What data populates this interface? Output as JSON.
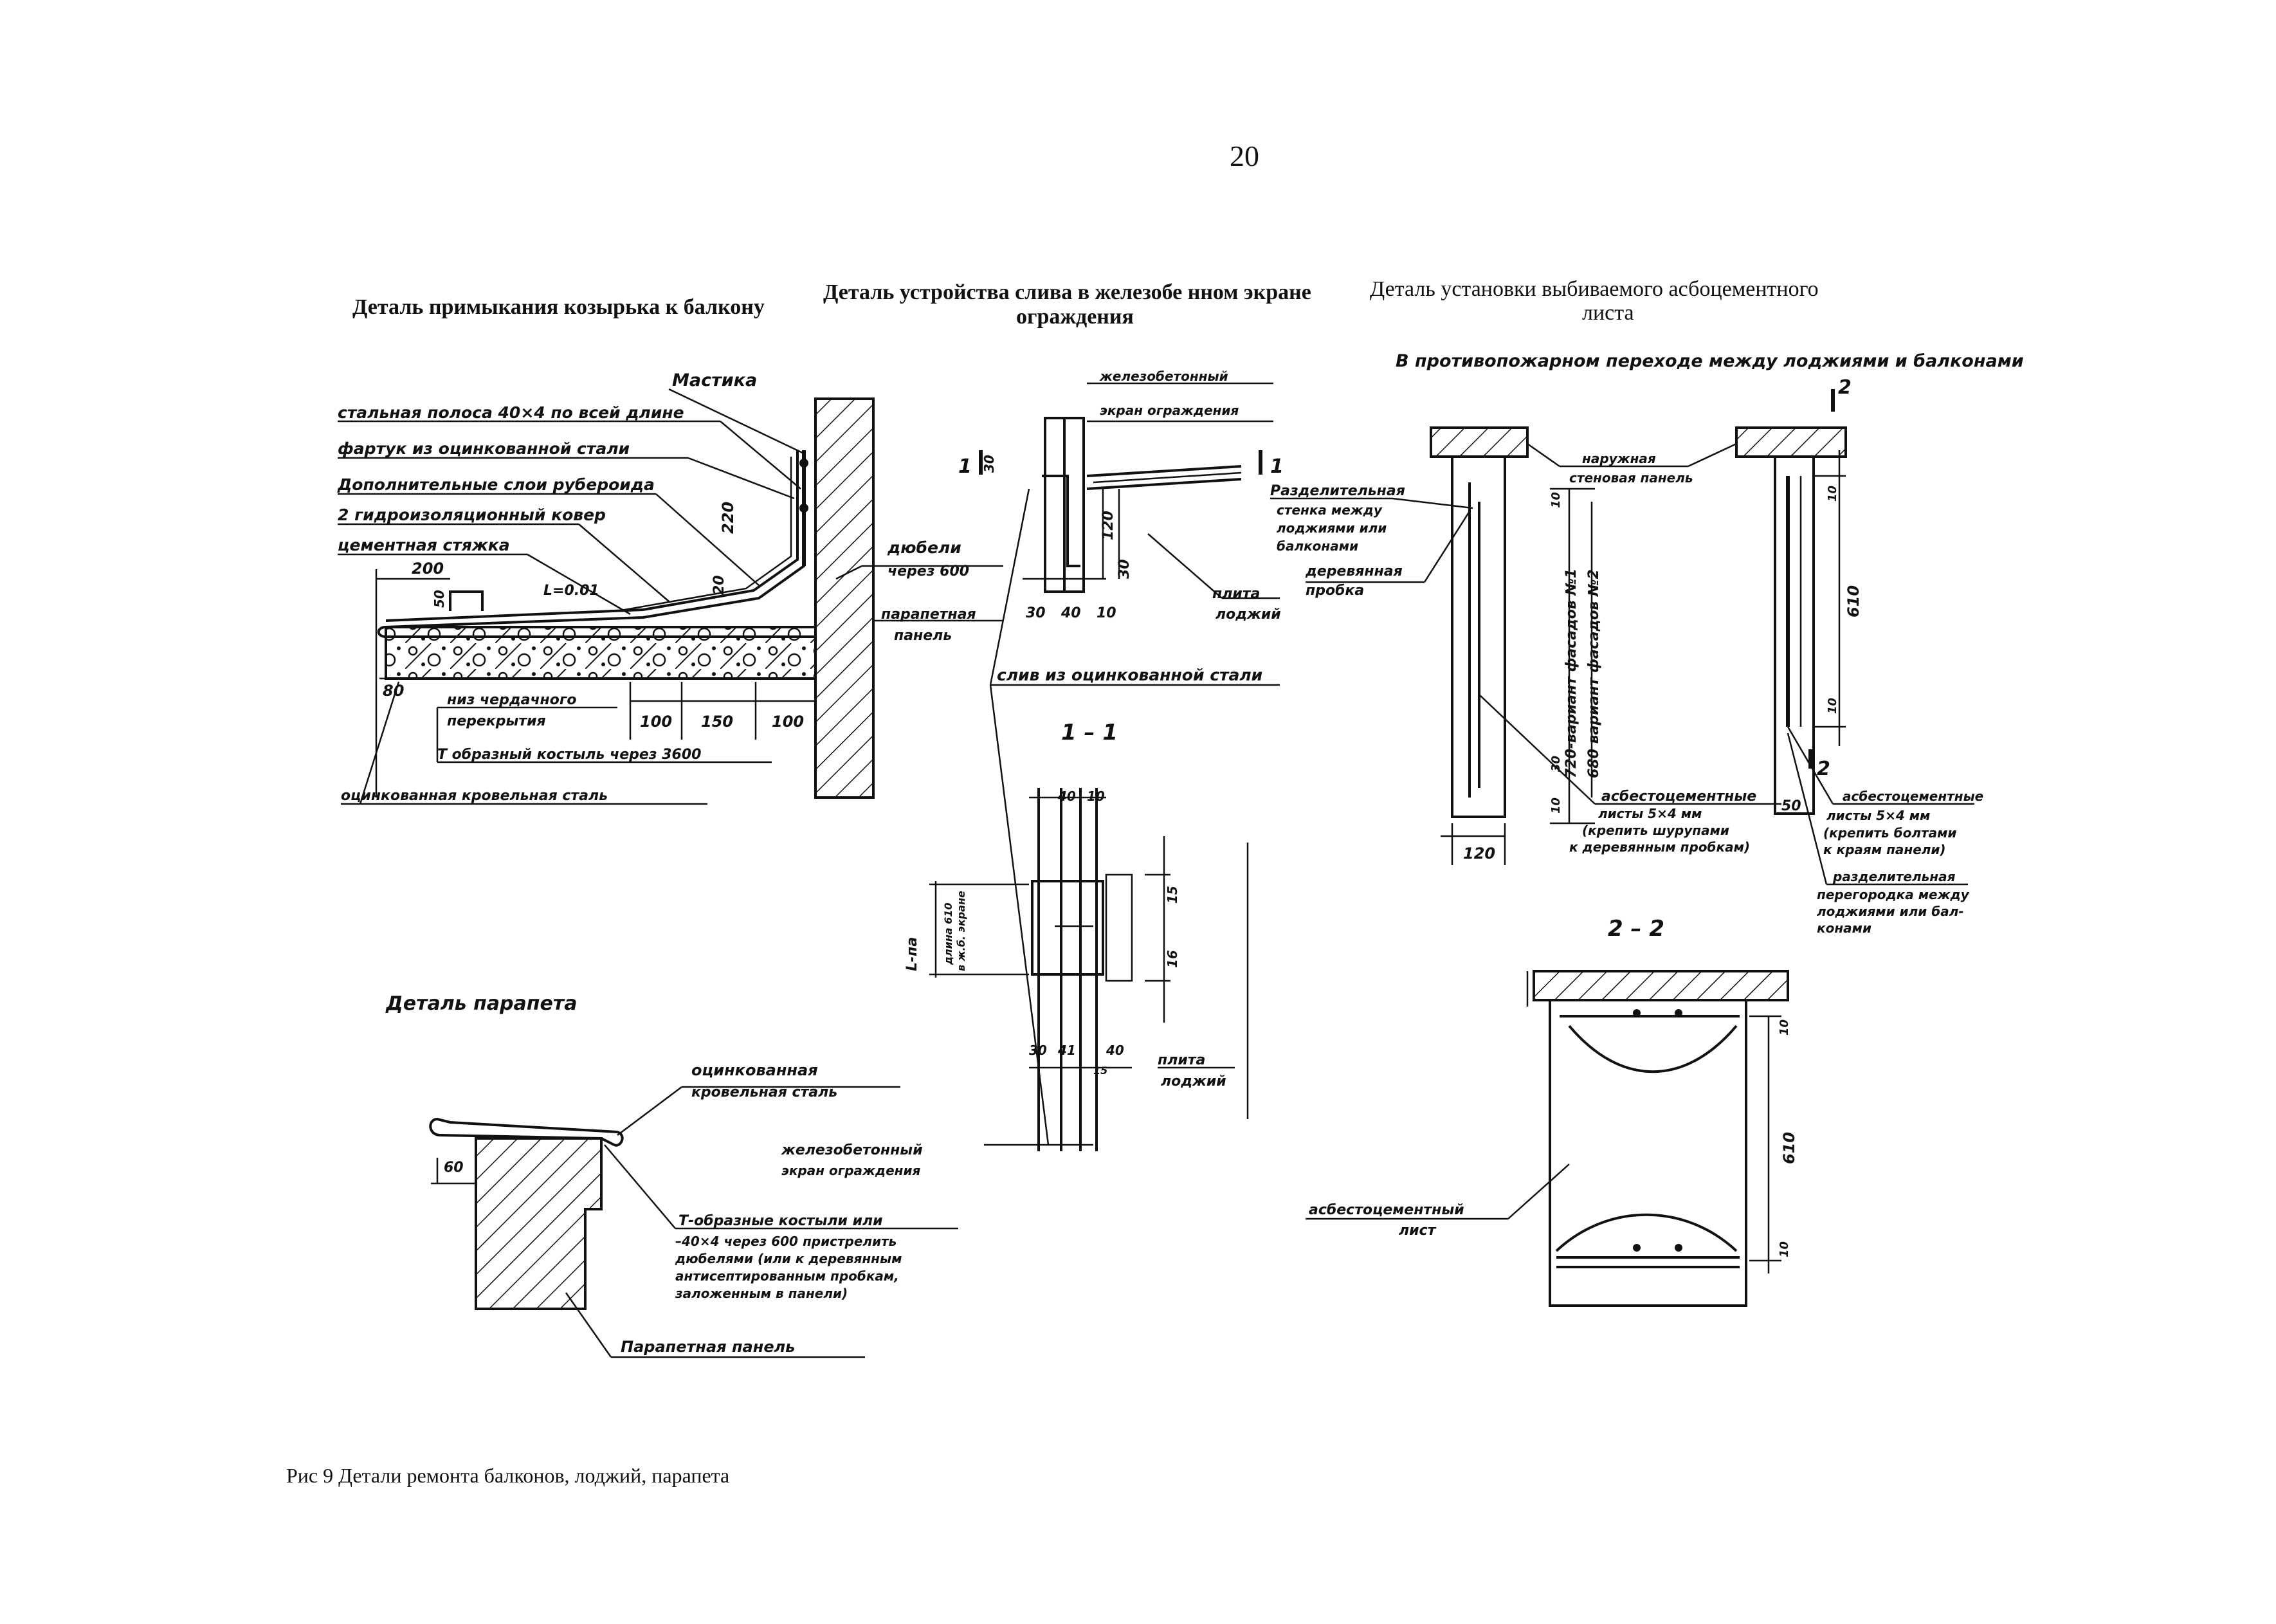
{
  "page_number": "20",
  "titles": {
    "detail1": "Деталь примыкания козырька к балкону",
    "detail2_line1": "Деталь устройства слива в железобе   нном экране",
    "detail2_line2": "ограждения",
    "detail3_line1": "Деталь установки выбиваемого асбоцементного",
    "detail3_line2": "листа",
    "detail3_sub": "В противопожарном переходе между лоджиями и балконами",
    "detail4": "Деталь     парапета"
  },
  "caption": "Рис 9  Детали ремонта балконов, лоджий, парапета",
  "sections": {
    "s11": "1 – 1",
    "s22": "2 – 2",
    "mark1": "1",
    "mark2": "2"
  },
  "labels_d1": {
    "mastika": "Мастика",
    "strip": "стальная полоса  40×4 по всей длине",
    "fartuk": "фартук  из оцинкованной стали",
    "rub": "Дополнительные слои рубероида",
    "kover": "2 гидроизоляционный ковер",
    "styazhka": "цементная  стяжка",
    "dubeli1": "дюбели",
    "dubeli2": "через 600",
    "parapet1": "парапетная",
    "parapet2": "панель",
    "niz1": "низ  чердачного",
    "niz2": "перекрытия",
    "kostyl": "Т образный  костыль  через  3600",
    "ocink": "оцинкованная   кровельная   сталь",
    "l": "L=0.01"
  },
  "dims_d1": [
    "200",
    "50",
    "220",
    "20",
    "80",
    "100",
    "150",
    "100"
  ],
  "labels_d2": {
    "zhb1": "железобетонный",
    "zhb2": "экран  ограждения",
    "plita1": "плита",
    "plita2": "лоджий",
    "sliv": "слив  из оцинкованной  стали",
    "plita3": "плита",
    "plita4": "лоджий",
    "ekran1": "железобетонный",
    "ekran2": "экран  ограждения",
    "lpa1": "L-па",
    "lpa2": "длина 610",
    "lpa3": "в ж.б. экране"
  },
  "dims_d2": [
    "30",
    "120",
    "30",
    "30",
    "40",
    "10",
    "40",
    "10",
    "15",
    "16",
    "30",
    "41",
    "40",
    "15"
  ],
  "labels_d3": {
    "nar1": "наружная",
    "nar2": "стеновая панель",
    "razd1": "Разделительная",
    "razd2": "стенка между",
    "razd3": "лоджиями или",
    "razd4": "балконами",
    "der1": "деревянная",
    "der2": "пробка",
    "var1": "720-вариант фасадов №1",
    "var2": "680 вариант фасадов №2",
    "asb1": "асбестоцементные",
    "asb2": "листы 5×4 мм",
    "asb3": "(крепить шурупами",
    "asb4": "к деревянным пробкам)",
    "asbr1": "асбестоцементные",
    "asbr2": "листы 5×4 мм",
    "asbr3": "(крепить болтами",
    "asbr4": "к краям панели)",
    "pr1": "разделительная",
    "pr2": "перегородка между",
    "pr3": "лоджиями или бал-",
    "pr4": "конами",
    "list1": "асбестоцементный",
    "list2": "лист"
  },
  "dims_d3": [
    "10",
    "30",
    "10",
    "120",
    "610",
    "10",
    "10",
    "50",
    "10",
    "610",
    "10"
  ],
  "labels_d4": {
    "ocink1": "оцинкованная",
    "ocink2": "кровельная  сталь",
    "t1": "Т-образные  костыли  или",
    "t2": "–40×4 через 600 пристрелить",
    "t3": "дюбелями (или к деревянным",
    "t4": "антисептированным пробкам,",
    "t5": "заложенным  в панели)",
    "parapet": "Парапетная  панель"
  },
  "dims_d4": [
    "60"
  ]
}
